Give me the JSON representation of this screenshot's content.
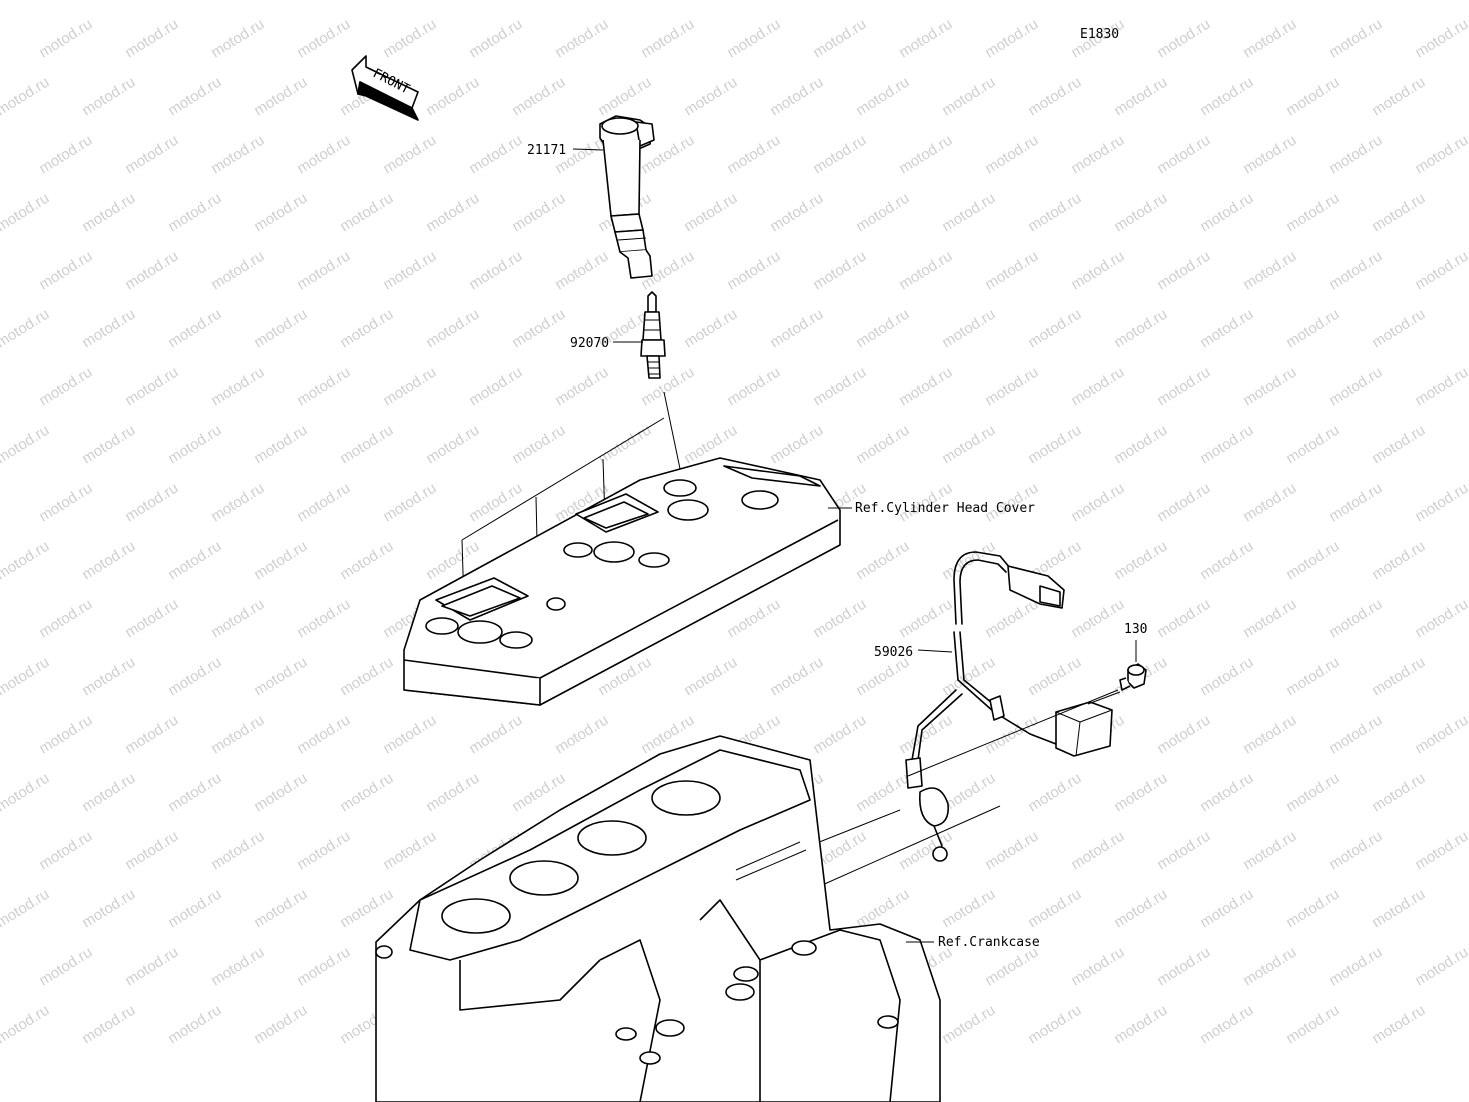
{
  "diagram_code": "E1830",
  "front_indicator": "FRONT",
  "watermark_text": "motod.ru",
  "colors": {
    "line": "#000000",
    "background": "#ffffff",
    "watermark": "#cfcfcf"
  },
  "callouts": {
    "ignition_coil": "21171",
    "spark_plug": "92070",
    "cylinder_head_cover": "Ref.Cylinder Head Cover",
    "lead": "59026",
    "bolt": "130",
    "crankcase": "Ref.Crankcase"
  }
}
